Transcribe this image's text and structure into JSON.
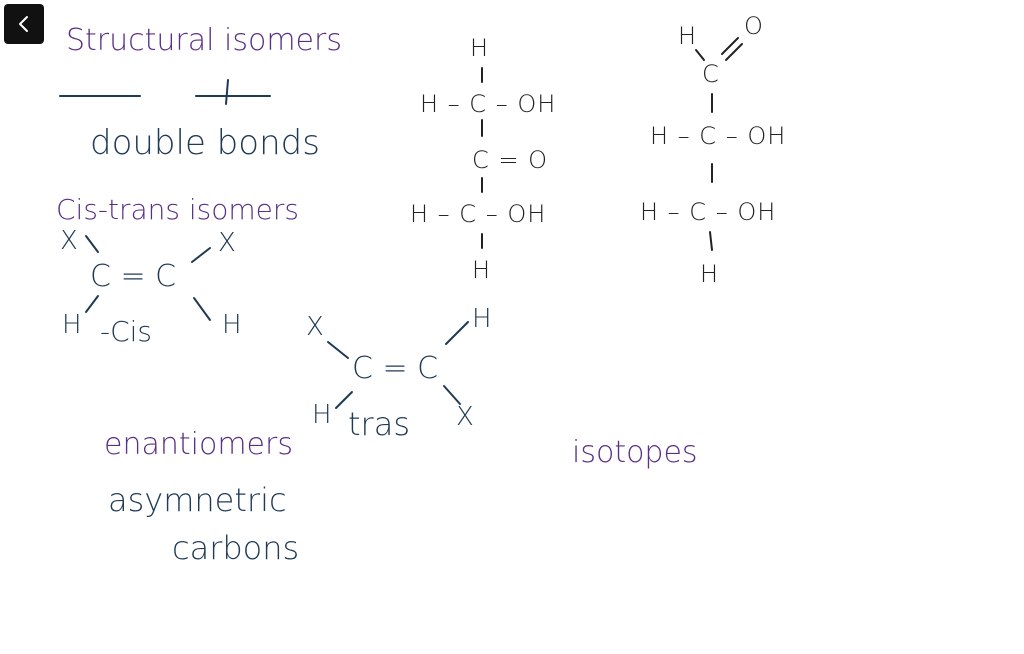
{
  "toolbar": {
    "back_icon": "chevron-left-icon",
    "back_glyph": "‹"
  },
  "colors": {
    "purple_ink": "#5a2f86",
    "navy_ink": "#1f3a55",
    "dark_ink": "#222222",
    "button_bg": "#111111"
  },
  "notes": {
    "structural_isomers": "Structural isomers",
    "double_bonds": "double bonds",
    "cis_trans_isomers": "Cis-trans isomers",
    "enantiomers": "enantiomers",
    "asymmetric": "asymnetric",
    "carbons": "carbons",
    "isotopes": "isotopes"
  },
  "cis_molecule": {
    "x_left": "X",
    "x_right": "X",
    "double_bond": "C = C",
    "h_left": "H",
    "label": "-Cis",
    "h_right": "H"
  },
  "trans_molecule": {
    "x_top": "X",
    "h_top": "H",
    "double_bond": "C = C",
    "h_bottom": "H",
    "label": "tras",
    "x_bottom": "X"
  },
  "ketose": {
    "top_h": "H",
    "row1": "H – C – OH",
    "row2": "C = O",
    "row3": "H – C – OH",
    "bottom_h": "H"
  },
  "aldose": {
    "aldehyde_h": "H",
    "aldehyde_o": "O",
    "aldehyde_c": "C",
    "row1": "H – C – OH",
    "row2": "H – C – OH",
    "bottom_h": "H"
  }
}
